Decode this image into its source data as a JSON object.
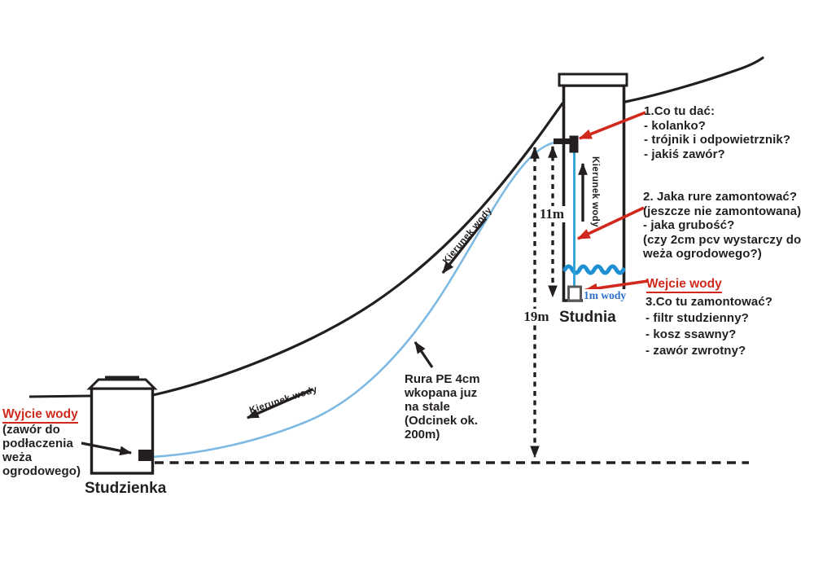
{
  "diagram": {
    "wells": {
      "main_well_label": "Studnia",
      "small_well_label": "Studzienka"
    },
    "measurements": {
      "total_depth": "19m",
      "pipe_drop": "11m",
      "water_depth": "1m wody"
    },
    "flow_label": "Kierunek wody",
    "water_outlet": {
      "title": "Wyjcie wody",
      "lines": [
        "(zawór do",
        "podłaczenia",
        "weża",
        "ogrodowego)"
      ]
    },
    "water_inlet": {
      "title": "Wejcie wody"
    },
    "question1": {
      "lines": [
        "1.Co tu dać:",
        "- kolanko?",
        "- trójnik i odpowietrznik?",
        "- jakiś zawór?"
      ]
    },
    "question2": {
      "lines": [
        "2. Jaka rure zamontować?",
        "(jeszcze nie zamontowana)",
        "- jaka grubość?",
        "(czy 2cm pcv wystarczy do",
        "weża ogrodowego?)"
      ]
    },
    "question3": {
      "lines": [
        "3.Co tu zamontować?",
        "- filtr studzienny?",
        "- kosz ssawny?",
        "- zawór zwrotny?"
      ]
    },
    "pipe_note": {
      "lines": [
        "Rura PE 4cm",
        "wkopana juz",
        "na stale",
        "(Odcinek ok.",
        "200m)"
      ]
    },
    "colors": {
      "ink": "#231f20",
      "annotation_red": "#d0281c",
      "buried_pipe_blue": "#7db9e2",
      "well_pipe_blue": "#2b9fd6",
      "water_wave_blue": "#1d8fd2",
      "water_text_blue": "#2a6fc9"
    }
  }
}
